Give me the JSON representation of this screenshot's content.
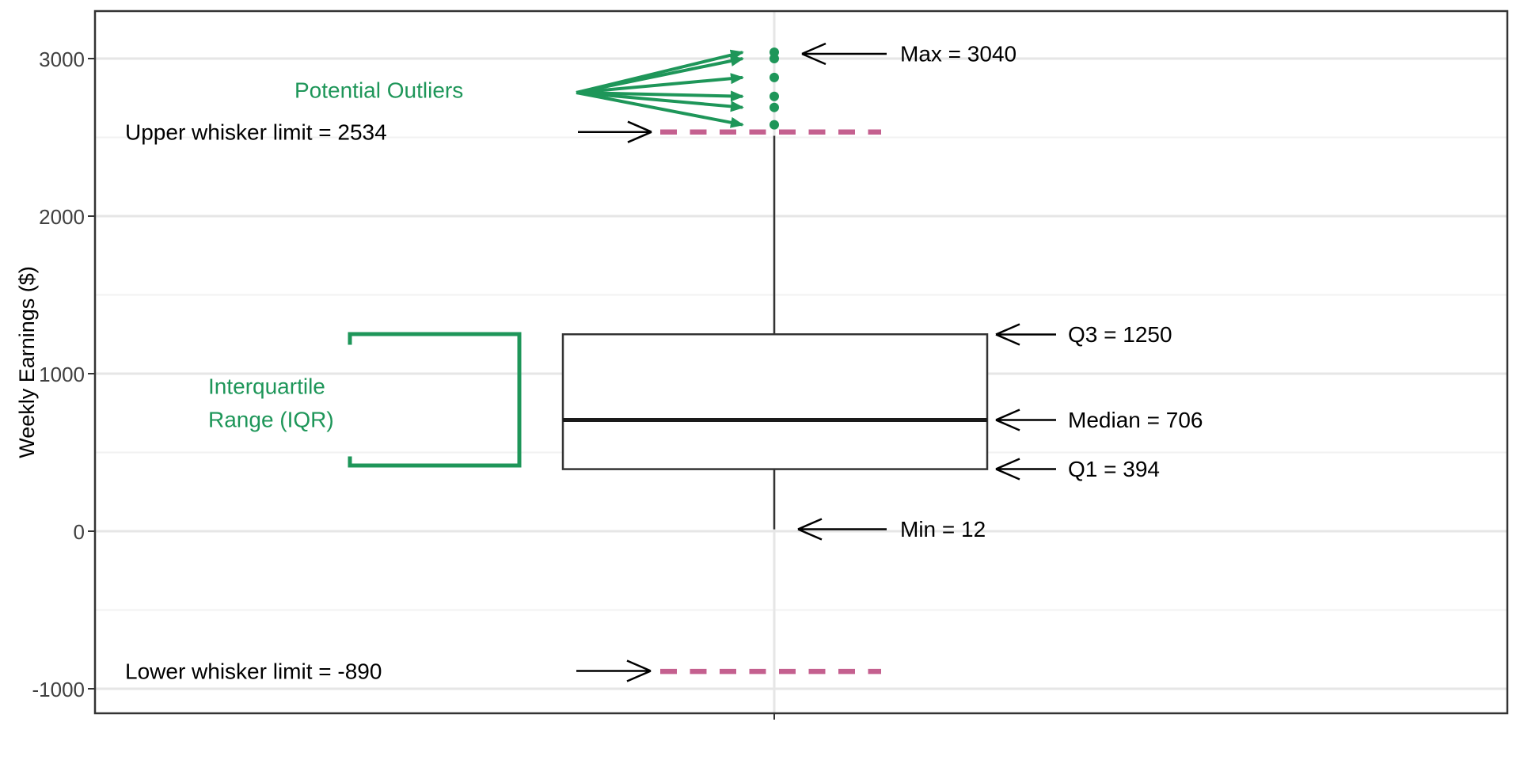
{
  "chart_data": {
    "type": "boxplot",
    "orientation": "vertical",
    "title": "",
    "ylabel": "Weekly Earnings ($)",
    "xlabel": "",
    "y_ticks": [
      -1000,
      0,
      1000,
      2000,
      3000
    ],
    "y_minor_gridlines": [
      -500,
      500,
      1500,
      2500
    ],
    "ylim": [
      -1160,
      3300
    ],
    "grid": "major+minor, horizontal + one vertical category gridline",
    "legend": "none",
    "box": {
      "min": 12,
      "q1": 394,
      "median": 706,
      "q3": 1250,
      "max": 3040,
      "iqr": 856,
      "upper_whisker_limit": 2534,
      "lower_whisker_limit": -890,
      "upper_whisker_end": 2510,
      "lower_whisker_end": 12
    },
    "outliers": [
      3040,
      3000,
      2880,
      2760,
      2690,
      2580
    ],
    "annotations": {
      "max": "Max = 3040",
      "q3": "Q3 = 1250",
      "median": "Median = 706",
      "q1": "Q1 = 394",
      "min": "Min = 12",
      "upper_limit": "Upper whisker limit = 2534",
      "lower_limit": "Lower whisker limit = -890",
      "outliers_label": "Potential Outliers",
      "iqr_lines": [
        "Interquartile",
        "Range (IQR)"
      ]
    },
    "tick_labels": [
      "-1000",
      "0",
      "1000",
      "2000",
      "3000"
    ],
    "colors": {
      "outlier_accent": "#1E9659",
      "limit_dash": "#C4608F",
      "box_stroke": "#333333",
      "median_stroke": "#1A1A1A",
      "grid_major": "#E6E6E6",
      "grid_minor": "#F2F2F2",
      "axis_text": "#404040",
      "annotation_text": "#000000",
      "panel_border": "#333333",
      "background": "#FFFFFF"
    }
  }
}
